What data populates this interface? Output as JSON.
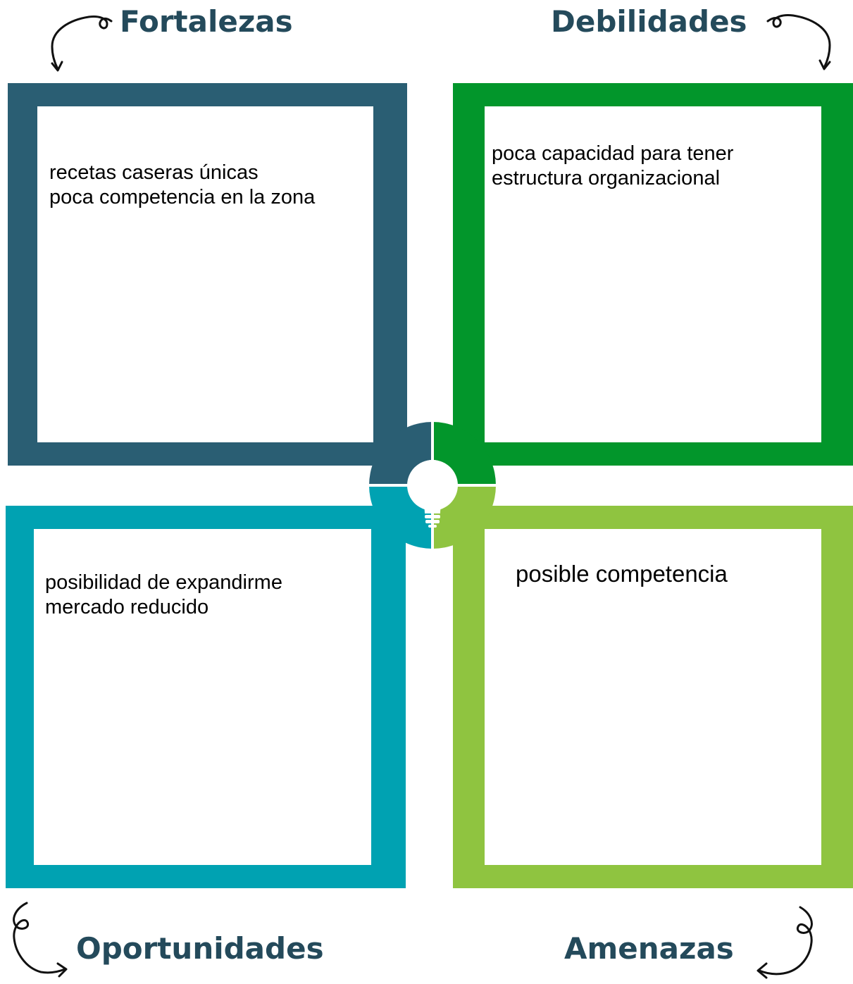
{
  "titles": {
    "fortalezas": "Fortalezas",
    "debilidades": "Debilidades",
    "oportunidades": "Oportunidades",
    "amenazas": "Amenazas"
  },
  "quadrants": {
    "fortalezas": {
      "color": "#2a5e73",
      "lines": [
        "recetas caseras  únicas",
        "poca competencia en la zona"
      ]
    },
    "debilidades": {
      "color": "#02962b",
      "lines": [
        "poca capacidad para tener",
        "estructura organizacional"
      ]
    },
    "oportunidades": {
      "color": "#00a2b2",
      "lines": [
        "posibilidad de expandirme",
        "mercado reducido"
      ]
    },
    "amenazas": {
      "color": "#8fc440",
      "lines": [
        "posible competencia"
      ]
    }
  },
  "title_color": "#244a5b",
  "center_icon": "lightbulb-icon",
  "arrow_icon": "curly-arrow-icon"
}
